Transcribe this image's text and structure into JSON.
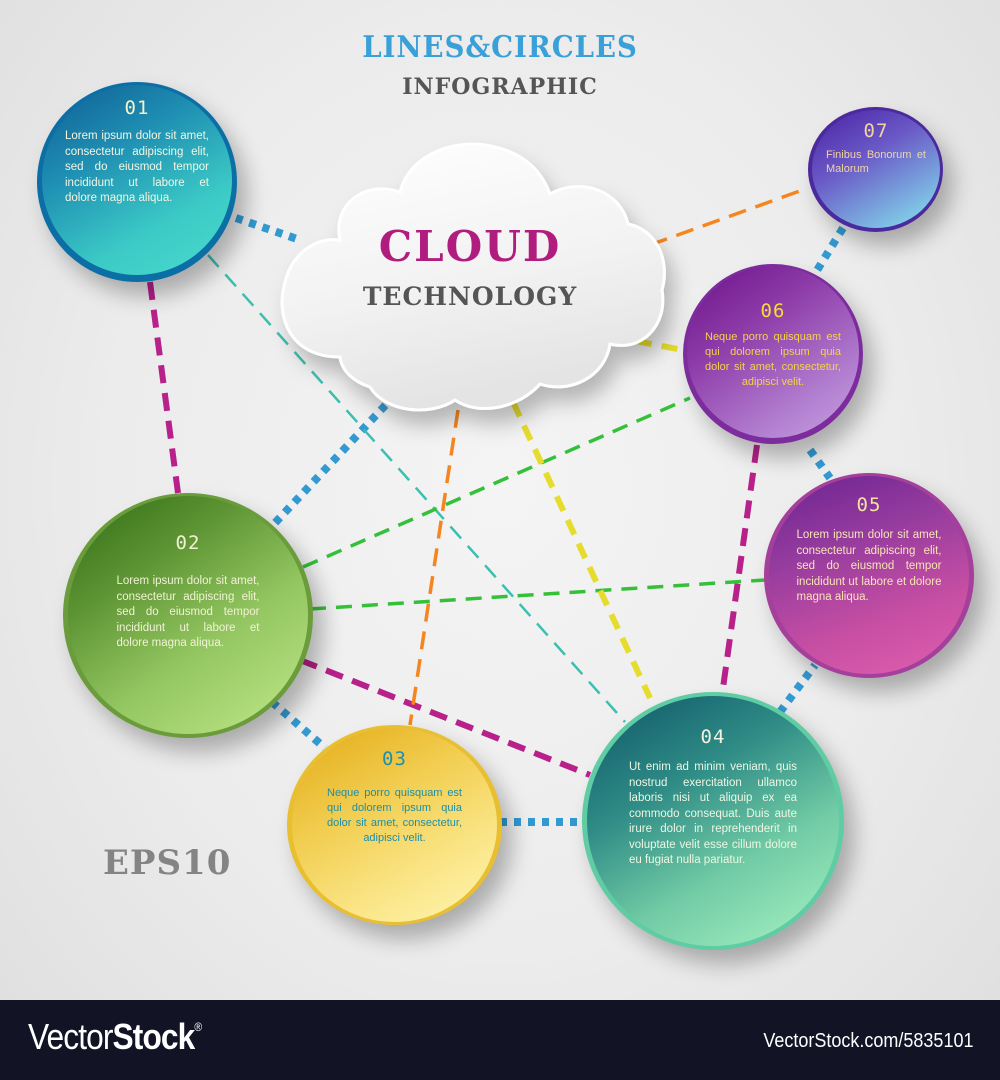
{
  "header": {
    "title": "LINES&CIRCLES",
    "subtitle": "INFOGRAPHIC",
    "title_color": "#3aa0d8",
    "subtitle_color": "#555555"
  },
  "cloud": {
    "title": "CLOUD",
    "subtitle": "TECHNOLOGY",
    "title_color": "#b01d7f",
    "icon": "cloud-shape"
  },
  "nodes": [
    {
      "id": "01",
      "number": "01",
      "text": "Lorem ipsum dolor sit amet, consectetur adipiscing elit, sed do eiusmod tempor incididunt ut labore et dolore magna aliqua.",
      "color": "#1f8fb3"
    },
    {
      "id": "02",
      "number": "02",
      "text": "Lorem ipsum dolor sit amet, consectetur adipiscing elit, sed do eiusmod tempor incididunt ut labore et dolore magna aliqua.",
      "color": "#7bb34a"
    },
    {
      "id": "03",
      "number": "03",
      "text": "Neque porro quisquam est qui dolorem ipsum quia dolor sit amet, consectetur, adipisci velit.",
      "color": "#f2cf53"
    },
    {
      "id": "04",
      "number": "04",
      "text": "Ut enim ad minim veniam, quis nostrud exercitation ullamco laboris nisi ut aliquip ex ea commodo consequat. Duis aute irure dolor in reprehenderit in voluptate velit esse cillum dolore eu fugiat nulla pariatur.",
      "color": "#2f8c86"
    },
    {
      "id": "05",
      "number": "05",
      "text": "Lorem ipsum dolor sit amet, consectetur adipiscing elit, sed do eiusmod tempor incididunt ut labore et dolore magna aliqua.",
      "color": "#c84fa3"
    },
    {
      "id": "06",
      "number": "06",
      "text": "Neque porro quisquam est qui dolorem ipsum quia dolor sit amet, consectetur, adipisci velit.",
      "color": "#8d3ba8"
    },
    {
      "id": "07",
      "number": "07",
      "text": "Finibus Bonorum et Malorum",
      "color": "#6a5ac7"
    }
  ],
  "connector_colors": {
    "blue": "#3399d1",
    "magenta": "#b8208a",
    "teal": "#3cbfb0",
    "green": "#35c03a",
    "orange": "#f5861f",
    "yellow": "#e6dc2e"
  },
  "badge": {
    "label": "EPS10"
  },
  "footer": {
    "brand_light": "Vector",
    "brand_bold": "Stock",
    "brand_mark": "®",
    "reference": "VectorStock.com/5835101",
    "background": "#121426"
  }
}
